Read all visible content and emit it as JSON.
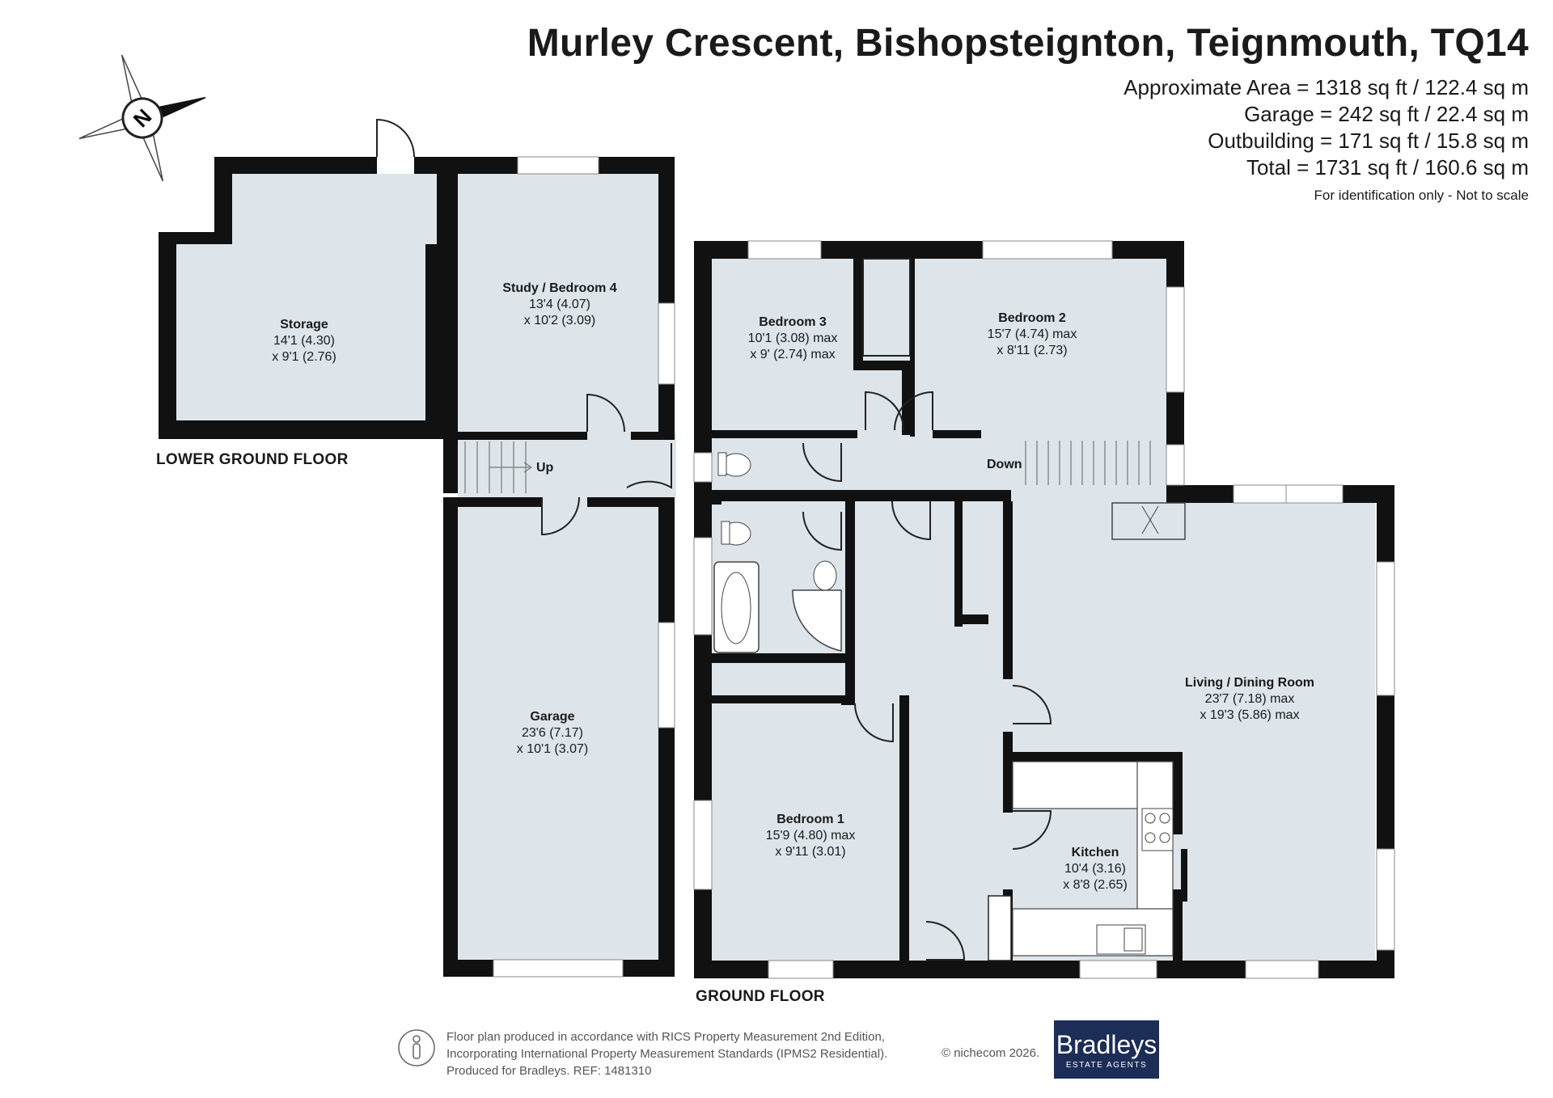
{
  "header": {
    "title": "Murley Crescent, Bishopsteignton, Teignmouth, TQ14",
    "areas": [
      "Approximate Area = 1318 sq ft / 122.4 sq m",
      "Garage = 242 sq ft / 22.4 sq m",
      "Outbuilding = 171 sq ft / 15.8 sq m",
      "Total = 1731 sq ft / 160.6 sq m"
    ],
    "note": "For identification only - Not to scale"
  },
  "compass": {
    "letter": "N",
    "icon": "compass-icon"
  },
  "floors": {
    "lower": "LOWER GROUND FLOOR",
    "ground": "GROUND FLOOR"
  },
  "rooms": {
    "storage": {
      "name": "Storage",
      "dim1": "14'1 (4.30)",
      "dim2": "x 9'1 (2.76)"
    },
    "study": {
      "name": "Study / Bedroom 4",
      "dim1": "13'4 (4.07)",
      "dim2": "x 10'2 (3.09)"
    },
    "garage": {
      "name": "Garage",
      "dim1": "23'6 (7.17)",
      "dim2": "x 10'1 (3.07)"
    },
    "bedroom3": {
      "name": "Bedroom 3",
      "dim1": "10'1 (3.08) max",
      "dim2": "x 9' (2.74) max"
    },
    "bedroom2": {
      "name": "Bedroom 2",
      "dim1": "15'7 (4.74) max",
      "dim2": "x 8'11 (2.73)"
    },
    "living": {
      "name": "Living / Dining Room",
      "dim1": "23'7 (7.18) max",
      "dim2": "x 19'3 (5.86) max"
    },
    "bedroom1": {
      "name": "Bedroom 1",
      "dim1": "15'9 (4.80) max",
      "dim2": "x 9'11 (3.01)"
    },
    "kitchen": {
      "name": "Kitchen",
      "dim1": "10'4 (3.16)",
      "dim2": "x 8'8 (2.65)"
    }
  },
  "stairs": {
    "up": "Up",
    "down": "Down"
  },
  "footer": {
    "lines": [
      "Floor plan produced in accordance with RICS Property Measurement 2nd Edition,",
      "Incorporating International Property Measurement Standards (IPMS2 Residential).",
      "Produced for Bradleys.   REF: 1481310"
    ],
    "copyright": "© nichecom 2026.",
    "brand_name": "Bradleys",
    "brand_sub": "ESTATE AGENTS"
  },
  "colors": {
    "wall": "#111111",
    "floor": "#dde5ea",
    "window": "#ffffff",
    "brand": "#1c2d57"
  }
}
